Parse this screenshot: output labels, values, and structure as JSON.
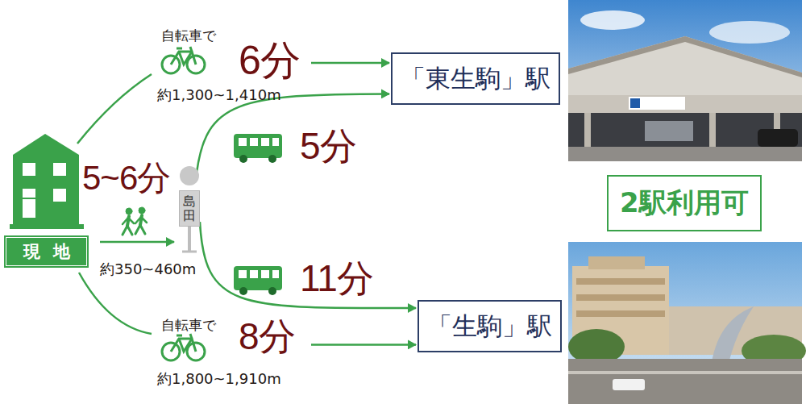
{
  "diagram": {
    "nodes": [
      {
        "text": [
          "現地"
        ]
      },
      {
        "text": [
          "島田"
        ]
      },
      {
        "text": [
          "「東生駒」駅"
        ]
      },
      {
        "text": [
          "「生駒」駅"
        ]
      },
      {
        "text": [
          "2駅利用可"
        ]
      }
    ],
    "edges": [
      {
        "from": 0,
        "to": 2,
        "arrow": "to",
        "label": "6分"
      },
      {
        "from": 0,
        "to": 1,
        "arrow": "to",
        "label": "5~6分"
      },
      {
        "from": 1,
        "to": 2,
        "arrow": "to",
        "label": "5分"
      },
      {
        "from": 1,
        "to": 3,
        "arrow": "to",
        "label": "11分"
      },
      {
        "from": 0,
        "to": 3,
        "arrow": "to",
        "label": "8分"
      }
    ],
    "labels": [
      "自転車で",
      "約1,300~1,410m",
      "約350~460m",
      "自転車で",
      "約1,800~1,910m"
    ]
  }
}
